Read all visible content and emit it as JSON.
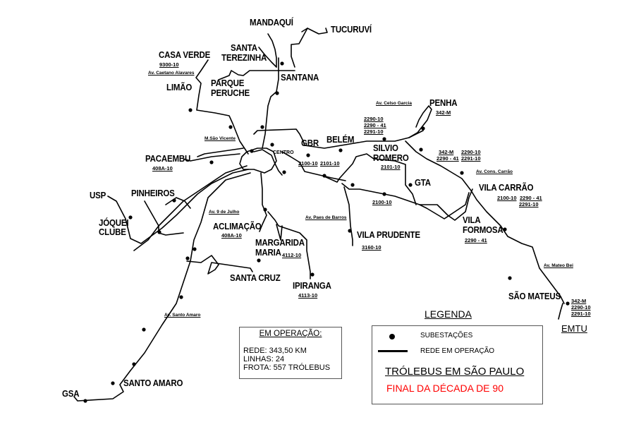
{
  "map": {
    "title": "TRÓLEBUS EM  SÃO PAULO",
    "subtitle": "FINAL DA DÉCADA DE 90",
    "subtitle_color": "#ff0000",
    "centro_label": "CENTRO",
    "emtu_label": "EMTU"
  },
  "stations": {
    "mandaqui": "MANDAQUÍ",
    "tucuruvi": "TUCURUVÍ",
    "santa_terezinha_1": "SANTA",
    "santa_terezinha_2": "TEREZINHA",
    "santana": "SANTANA",
    "casa_verde": "CASA VERDE",
    "limao": "LIMÃO",
    "parque_peruche_1": "PARQUE",
    "parque_peruche_2": "PERUCHE",
    "penha": "PENHA",
    "gbr": "GBR",
    "belem": "BELÉM",
    "silvio_romero_1": "SILVIO",
    "silvio_romero_2": "ROMERO",
    "gta": "GTA",
    "pacaembu": "PACAEMBU",
    "usp": "USP",
    "pinheiros": "PINHEIROS",
    "joquei_clube_1": "JÓQUEI",
    "joquei_clube_2": "CLUBE",
    "aclimacao": "ACLIMAÇÃO",
    "margarida_maria_1": "MARGARIDA",
    "margarida_maria_2": "MARIA",
    "vila_prudente": "VILA PRUDENTE",
    "vila_carrao": "VILA CARRÃO",
    "vila_formosa_1": "VILA",
    "vila_formosa_2": "FORMOSA",
    "santa_cruz": "SANTA CRUZ",
    "ipiranga": "IPIRANGA",
    "sao_mateus": "SÃO MATEUS",
    "santo_amaro": "SANTO AMARO",
    "gsa": "GSA"
  },
  "route_codes": {
    "casa_verde": "9300-10",
    "penha": "342-M",
    "belem_a": "2290-10",
    "belem_b": "2290 - 41",
    "belem_c": "2291-10",
    "gbr_a": "2100-10",
    "gbr_b": "2101-10",
    "silvio_romero": "2101-10",
    "carrao_a": "342-M",
    "carrao_b": "2290 - 41",
    "carrao_c": "2290-10",
    "carrao_d": "2291-10",
    "vila_carrao_a": "2100-10",
    "vila_carrao_b": "2290 - 41",
    "vila_carrao_c": "2291-10",
    "pacaembu": "408A-10",
    "aclimacao": "408A-10",
    "gta_south": "2100-10",
    "vila_prudente": "3160-10",
    "vila_formosa": "2290 - 41",
    "margarida_maria": "4112-10",
    "ipiranga": "4113-10",
    "sao_mateus_a": "342-M",
    "sao_mateus_b": "2290-10",
    "sao_mateus_c": "2291-10"
  },
  "avenues": {
    "caetano_alvares": "Av. Caetano Alavares",
    "sao_vicente": "M.São Vicente",
    "celso_garcia": "Av. Celso Garcia",
    "cons_carrao": "Av. Cons. Carrão",
    "nove_de_julho": "Av. 9 de Julho",
    "paes_de_barros": "Av. Paes de Barros",
    "mateo_bei": "Av. Mateo Bei",
    "santo_amaro": "Av. Santo Amaro"
  },
  "stats": {
    "title": "EM OPERAÇÃO:",
    "rede": "REDE:  343,50  KM",
    "linhas": "LINHAS: 24",
    "frota": "FROTA: 557 TRÓLEBUS"
  },
  "legend": {
    "title": "LEGENDA",
    "substations": "SUBESTAÇÕES",
    "network": "REDE EM OPERAÇÃO"
  }
}
